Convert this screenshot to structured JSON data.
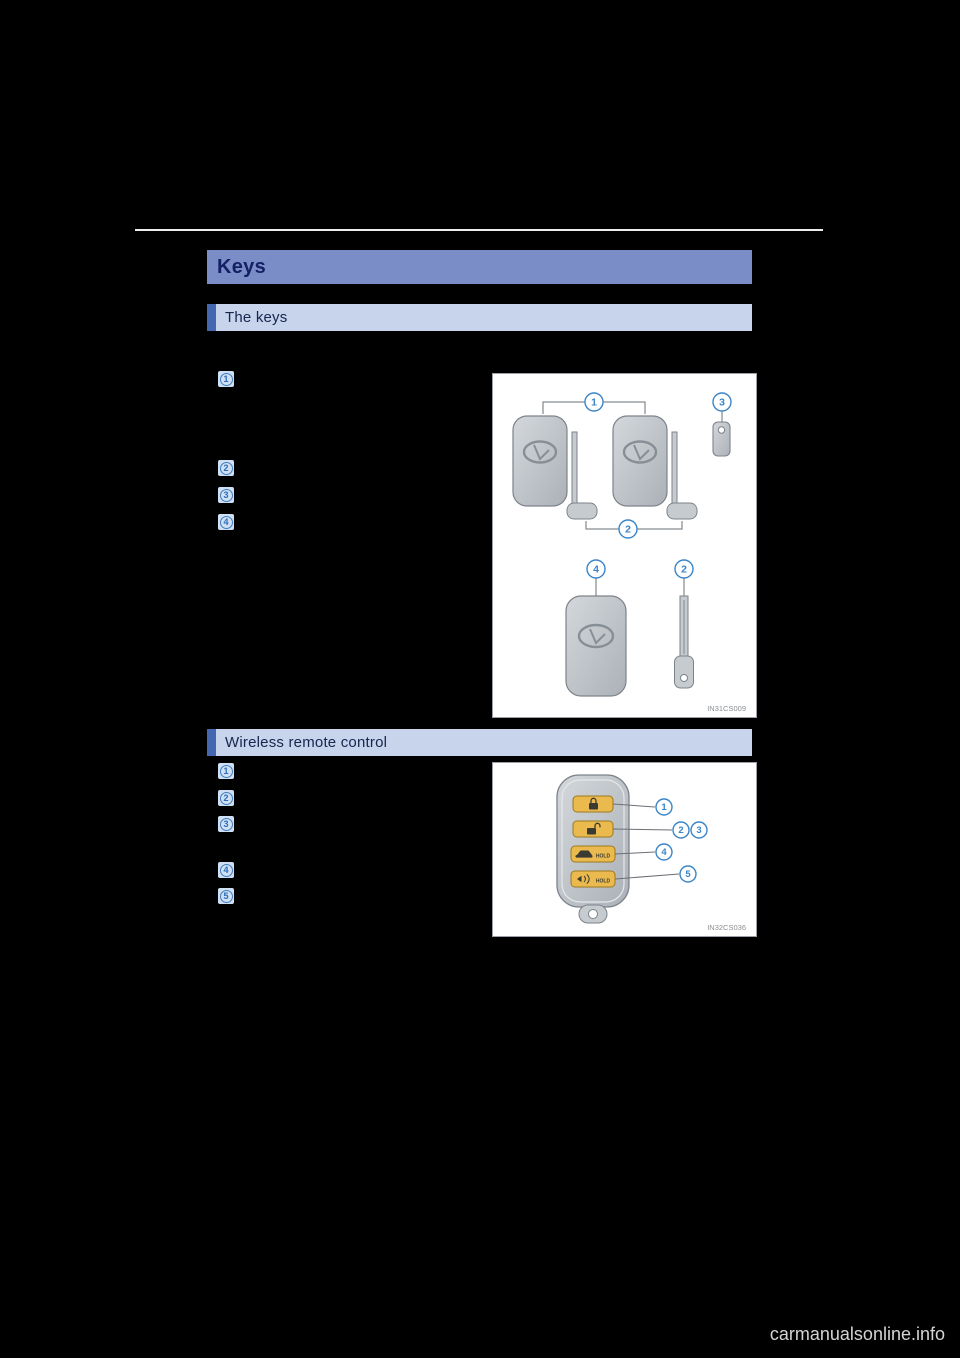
{
  "page": {
    "watermark": "carmanualsonline.info"
  },
  "colors": {
    "chapter_banner_bg": "#7b8dc7",
    "section_banner_bg": "#c7d4ec",
    "section_accent": "#4468b0",
    "callout_blue": "#3a85c8",
    "remote_button_amber": "#eaba4e"
  },
  "chapter": {
    "title": "Keys"
  },
  "the_keys": {
    "heading": "The keys",
    "markers": [
      "1",
      "2",
      "3",
      "4"
    ],
    "figure": {
      "caption": "IN31CS009",
      "callouts": {
        "c1": "1",
        "c2": "2",
        "c3": "3",
        "c4": "4"
      }
    }
  },
  "wireless": {
    "heading": "Wireless remote control",
    "markers": [
      "1",
      "2",
      "3",
      "4",
      "5"
    ],
    "figure": {
      "caption": "IN32CS036",
      "hold_label": "HOLD",
      "callouts": {
        "c1": "1",
        "c2": "2",
        "c3": "3",
        "c4": "4",
        "c5": "5"
      }
    }
  }
}
